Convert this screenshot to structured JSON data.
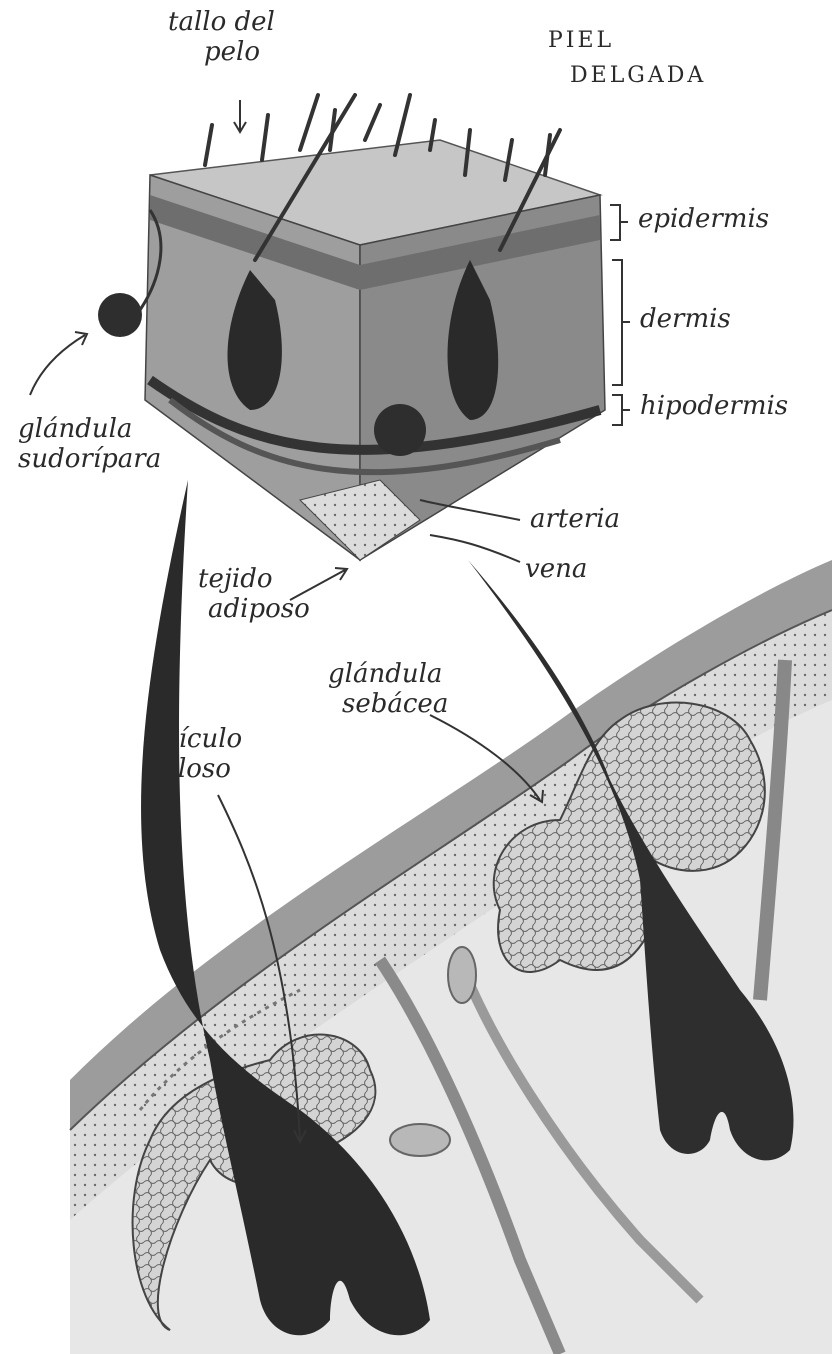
{
  "title": {
    "line1": "PIEL",
    "line2": "DELGADA"
  },
  "labels": {
    "hair_shaft": {
      "line1": "tallo del",
      "line2": "pelo"
    },
    "epidermis": "epidermis",
    "dermis": "dermis",
    "hypodermis": "hipodermis",
    "sweat_gland": {
      "line1": "glándula",
      "line2": "sudorípara"
    },
    "artery": "arteria",
    "vein": "vena",
    "adipose": {
      "line1": "tejido",
      "line2": "adiposo"
    },
    "sebaceous_gland": {
      "line1": "glándula",
      "line2": "sebácea"
    },
    "hair_follicle": {
      "line1": "folículo",
      "line2": "piloso"
    }
  },
  "colors": {
    "ink": "#222222",
    "skin_face": "#9a9a9a",
    "skin_top": "#c4c4c4",
    "dermis_band": "#8a8a8a",
    "gland": "#d0d0d0",
    "background_tissue": "#e6e6e6"
  }
}
